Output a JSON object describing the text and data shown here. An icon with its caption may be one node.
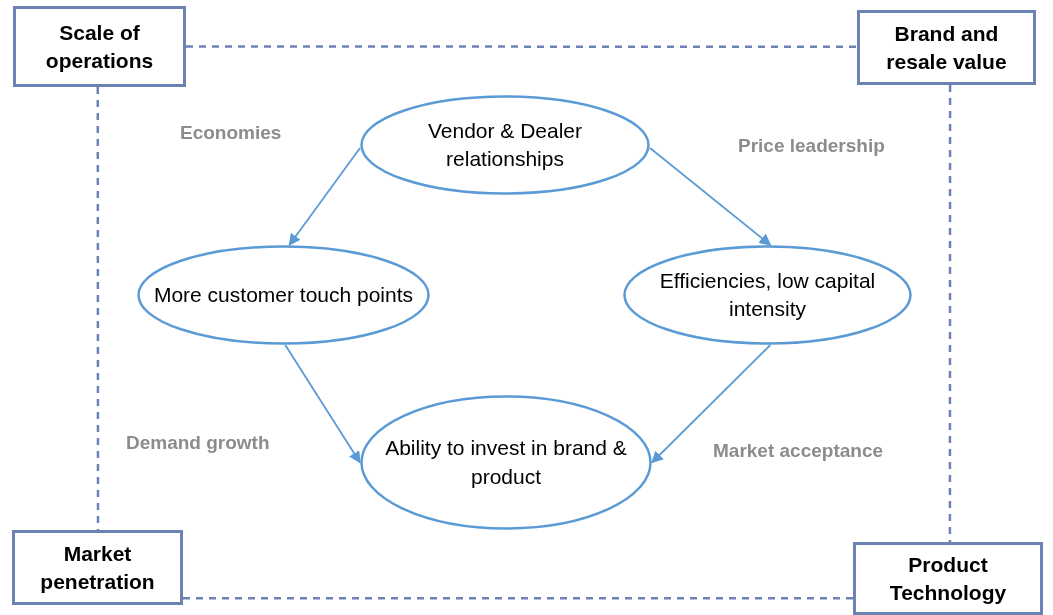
{
  "diagram": {
    "nodes": [
      {
        "text": [
          "Scale of operations"
        ]
      },
      {
        "text": [
          "Brand and resale value"
        ]
      },
      {
        "text": [
          "Vendor & Dealer relationships"
        ]
      },
      {
        "text": [
          "More customer touch points"
        ]
      },
      {
        "text": [
          "Efficiencies, low capital intensity"
        ]
      },
      {
        "text": [
          "Ability to invest in brand & product"
        ]
      },
      {
        "text": [
          "Market penetration"
        ]
      },
      {
        "text": [
          "Product Technology"
        ]
      }
    ],
    "edges": [
      {
        "from": 0,
        "to": 1,
        "arrow": "none",
        "style": "dashed",
        "color": "#6b82b4"
      },
      {
        "from": 0,
        "to": 6,
        "arrow": "none",
        "style": "dashed",
        "color": "#6b82b4"
      },
      {
        "from": 1,
        "to": 7,
        "arrow": "none",
        "style": "dashed",
        "color": "#6b82b4"
      },
      {
        "from": 6,
        "to": 7,
        "arrow": "none",
        "style": "dashed",
        "color": "#6b82b4"
      },
      {
        "from": 2,
        "to": 3,
        "arrow": "to"
      },
      {
        "from": 2,
        "to": 4,
        "arrow": "to"
      },
      {
        "from": 3,
        "to": 5,
        "arrow": "to"
      },
      {
        "from": 4,
        "to": 5,
        "arrow": "to"
      }
    ],
    "labels": [
      "Economies",
      "Price leadership",
      "Demand growth",
      "Market acceptance"
    ]
  }
}
